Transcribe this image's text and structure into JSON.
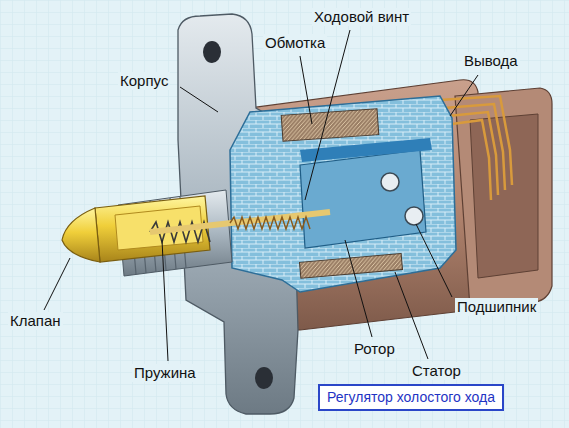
{
  "diagram": {
    "caption": "Регулятор холостого хода",
    "labels": [
      "Ходовой винт",
      "Обмотка",
      "Вывода",
      "Корпус",
      "Подшипник",
      "Клапан",
      "Ротор",
      "Пружина",
      "Статор"
    ]
  }
}
